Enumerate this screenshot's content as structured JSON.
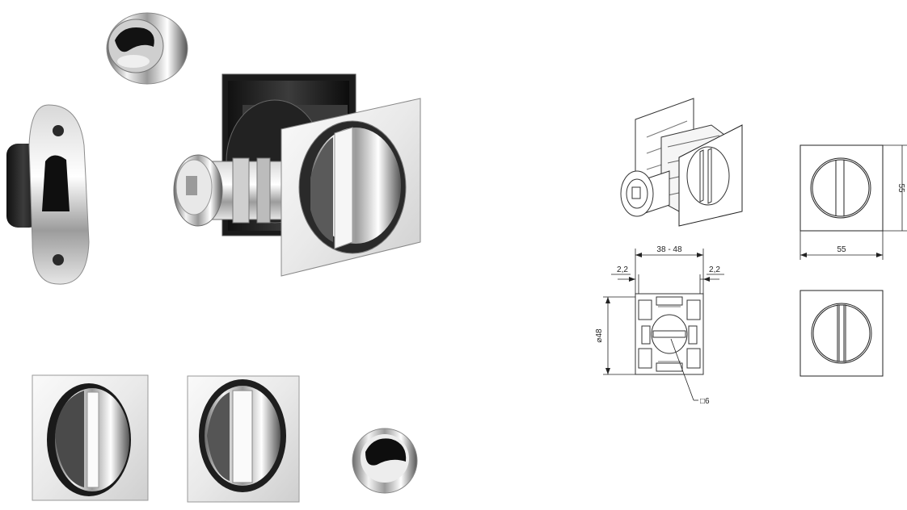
{
  "drawing": {
    "overall_length": "38 - 48",
    "left_clearance": "2,2",
    "right_clearance": "2,2",
    "diameter": "⌀48",
    "square_key": "□6",
    "plate_width": "55",
    "plate_height": "55"
  },
  "colors": {
    "chrome_dark": "#1e1e1e",
    "chrome_light": "#f4f4f4",
    "line": "#333333"
  }
}
